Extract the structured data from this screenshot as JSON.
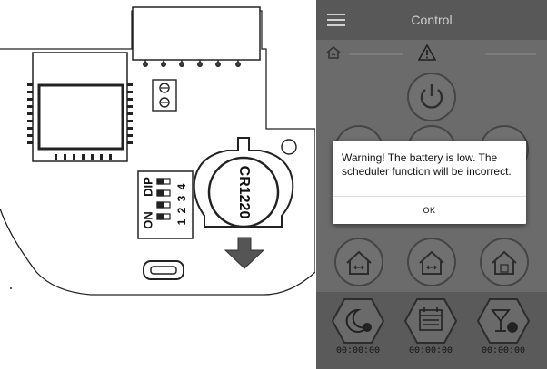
{
  "pcb": {
    "battery_label": "CR1220",
    "dip_label": "DIP",
    "on_label": "ON",
    "dip_numbers": [
      "1",
      "2",
      "3",
      "4"
    ]
  },
  "app": {
    "title": "Control",
    "icons": {
      "menu": "hamburger-menu-icon",
      "home": "home-wifi-icon",
      "warning": "warning-triangle-icon",
      "power": "power-icon",
      "night": "moon-clock-icon",
      "schedule": "calendar-icon",
      "party": "cocktail-clock-icon"
    },
    "timers": [
      "00:00:00",
      "00:00:00",
      "00:00:00"
    ],
    "dialog": {
      "message": "Warning! The battery is low. The scheduler function will be incorrect.",
      "ok_label": "OK"
    },
    "colors": {
      "background": "#6b6b6b",
      "topbar": "#585858",
      "dialog": "#ffffff"
    }
  }
}
